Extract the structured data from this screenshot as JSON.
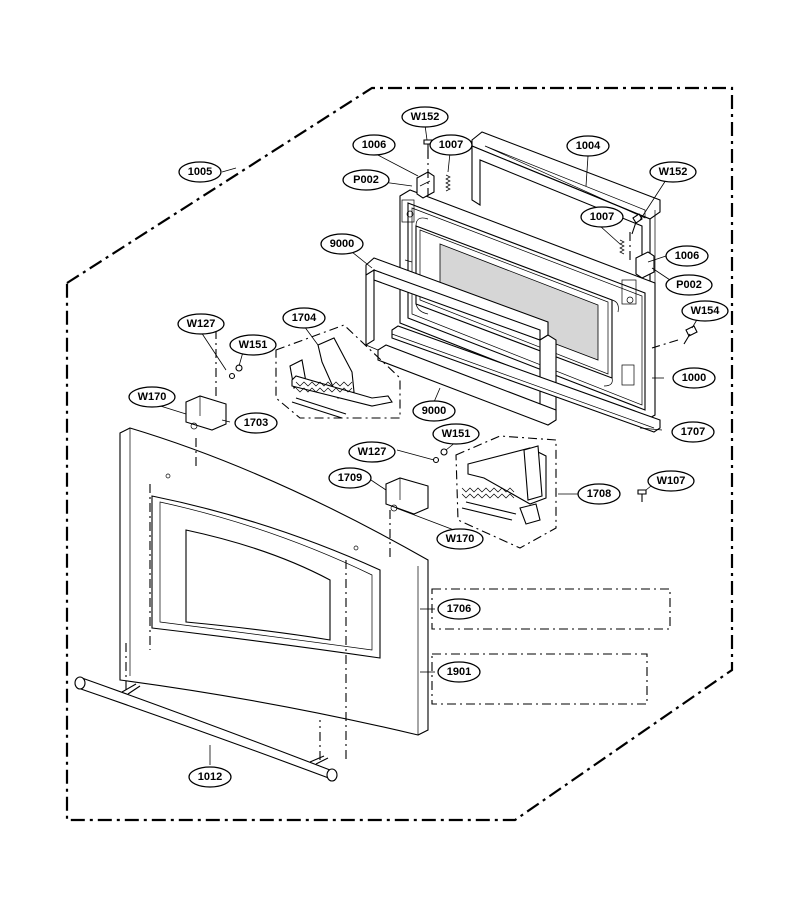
{
  "labels": {
    "l1005": "1005",
    "l1006a": "1006",
    "l1007a": "1007",
    "lW152a": "W152",
    "l1004": "1004",
    "lW152b": "W152",
    "lP002a": "P002",
    "l9000a": "9000",
    "l1007b": "1007",
    "l1006b": "1006",
    "lP002b": "P002",
    "lW154": "W154",
    "lW127a": "W127",
    "l1704": "1704",
    "lW151a": "W151",
    "l1000": "1000",
    "lW170a": "W170",
    "l1703": "1703",
    "l9000b": "9000",
    "lW151b": "W151",
    "l1707": "1707",
    "lW127b": "W127",
    "l1709": "1709",
    "l1708": "1708",
    "lW107": "W107",
    "lW170b": "W170",
    "l1706": "1706",
    "l1901": "1901",
    "l1012": "1012"
  }
}
